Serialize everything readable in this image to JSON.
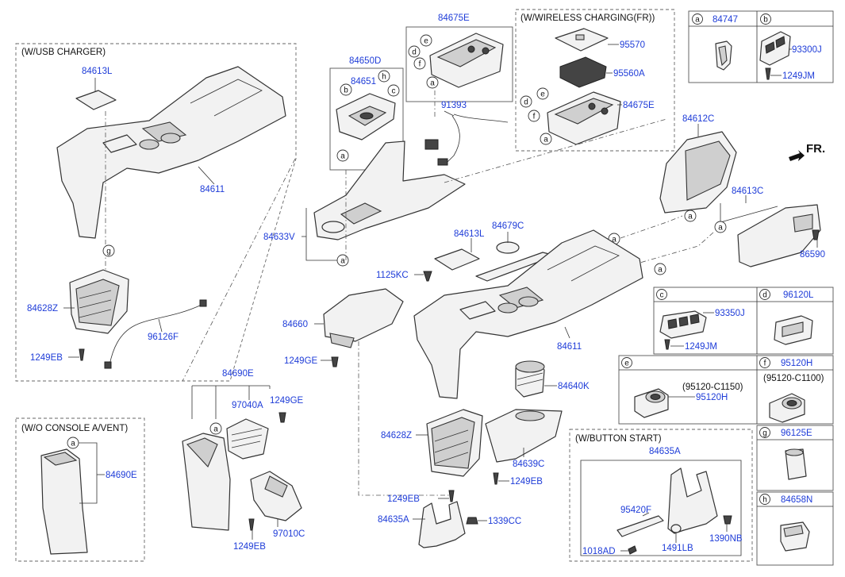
{
  "groups": {
    "usb_charger": "(W/USB CHARGER)",
    "wireless": "(W/WIRELESS CHARGING(FR))",
    "no_vent": "(W/O CONSOLE A/VENT)",
    "button_start": "(W/BUTTON START)"
  },
  "fr_label": "FR.",
  "parts": {
    "p84613L_a": "84613L",
    "p84611_a": "84611",
    "p84628Z_a": "84628Z",
    "p1249EB_a": "1249EB",
    "p96126F": "96126F",
    "p84650D": "84650D",
    "p84651": "84651",
    "p84675E_a": "84675E",
    "p91393": "91393",
    "p84633V": "84633V",
    "p95570": "95570",
    "p95560A": "95560A",
    "p84675E_b": "84675E",
    "p84747": "84747",
    "p93300J": "93300J",
    "p1249JM_a": "1249JM",
    "p84612C": "84612C",
    "p84613C": "84613C",
    "p86590": "86590",
    "p84613L_b": "84613L",
    "p84679C": "84679C",
    "p1125KC": "1125KC",
    "p84660": "84660",
    "p1249GE_a": "1249GE",
    "p84611_b": "84611",
    "p84640K": "84640K",
    "p84628Z_b": "84628Z",
    "p84639C": "84639C",
    "p1249EB_b": "1249EB",
    "p1249EB_c": "1249EB",
    "p84635A_a": "84635A",
    "p1339CC": "1339CC",
    "p84690E_a": "84690E",
    "p97040A": "97040A",
    "p1249GE_b": "1249GE",
    "p97010C": "97010C",
    "p1249EB_d": "1249EB",
    "p84690E_b": "84690E",
    "p93350J": "93350J",
    "p1249JM_b": "1249JM",
    "p96120L": "96120L",
    "p95120H_e": "95120H",
    "p95120H_f": "95120H",
    "p96125E": "96125E",
    "p84658N": "84658N",
    "p84635A_b": "84635A",
    "p95420F": "95420F",
    "p1018AD": "1018AD",
    "p1491LB": "1491LB",
    "p1390NB": "1390NB"
  },
  "notes": {
    "c1150": "(95120-C1150)",
    "c1100": "(95120-C1100)"
  },
  "callouts": {
    "a": "a",
    "b": "b",
    "c": "c",
    "d": "d",
    "e": "e",
    "f": "f",
    "g": "g",
    "h": "h"
  }
}
